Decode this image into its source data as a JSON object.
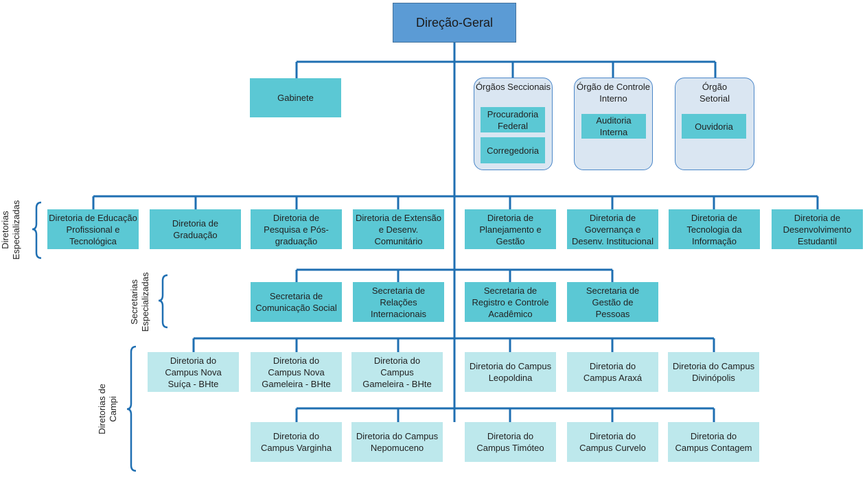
{
  "root": {
    "label": "Direção-Geral"
  },
  "gabinete": "Gabinete",
  "groups": {
    "seccionais": {
      "title": "Órgãos Seccionais",
      "items": [
        "Procuradoria Federal",
        "Corregedoria"
      ]
    },
    "controle": {
      "title": "Órgão de Controle Interno",
      "items": [
        "Auditoria Interna"
      ]
    },
    "setorial": {
      "title": "Órgão Setorial",
      "items": [
        "Ouvidoria"
      ]
    }
  },
  "side_labels": {
    "diretorias": "Diretorias Especializadas",
    "secretarias": "Secretarias Especializadas",
    "campi": "Diretorias de Campi"
  },
  "diretorias": [
    "Diretoria de Educação Profissional e Tecnológica",
    "Diretoria de Graduação",
    "Diretoria de Pesquisa e Pós-graduação",
    "Diretoria de Extensão e Desenv. Comunitário",
    "Diretoria de Planejamento e Gestão",
    "Diretoria de Governança e Desenv. Institucional",
    "Diretoria de Tecnologia da Informação",
    "Diretoria de Desenvolvimento Estudantil"
  ],
  "secretarias": [
    "Secretaria de Comunicação Social",
    "Secretaria de Relações Internacionais",
    "Secretaria de Registro e Controle Acadêmico",
    "Secretaria de Gestão de Pessoas"
  ],
  "campi_row1": [
    "Diretoria do Campus Nova Suíça - BHte",
    "Diretoria do Campus Nova Gameleira - BHte",
    "Diretoria do Campus Gameleira - BHte",
    "Diretoria do Campus Leopoldina",
    "Diretoria do Campus Araxá",
    "Diretoria do Campus Divinópolis"
  ],
  "campi_row2": [
    "Diretoria do Campus Varginha",
    "Diretoria do Campus Nepomuceno",
    "Diretoria do Campus Timóteo",
    "Diretoria do Campus Curvelo",
    "Diretoria do Campus Contagem"
  ],
  "colors": {
    "line": "#1f6fb2",
    "dark_box": "#5bc8d4",
    "light_box": "#bde8ec",
    "root": "#5b9bd5",
    "group_bg": "#dae6f2"
  }
}
